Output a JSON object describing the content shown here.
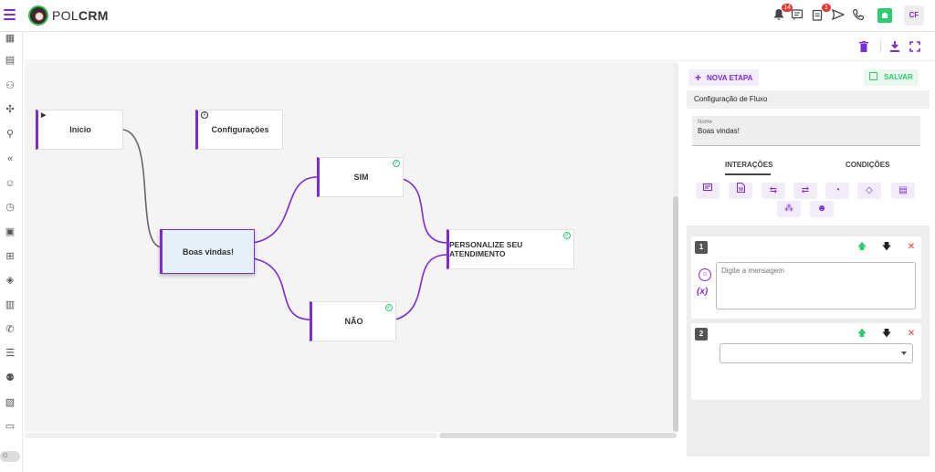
{
  "app": {
    "brand_light": "POL",
    "brand_bold": "CRM",
    "notifications_count": "14",
    "tasks_count": "1",
    "user_initials": "CF"
  },
  "colors": {
    "accent": "#7b2cd6",
    "success": "#2ecc71",
    "danger": "#e53935",
    "node_selected_bg": "#e6f0fb"
  },
  "topbar_icons": [
    "menu-icon",
    "bell-icon",
    "chat-icon",
    "clipboard-icon",
    "send-icon",
    "phone-icon",
    "contact-icon",
    "avatar"
  ],
  "sidebar_icons": [
    "dashboard-icon",
    "document-icon",
    "users-icon",
    "flow-icon",
    "queue-icon",
    "reply-all-icon",
    "robot-icon",
    "schedule-icon",
    "gift-icon",
    "message-add-icon",
    "tag-icon",
    "files-icon",
    "phone-forward-icon",
    "list-icon",
    "user-add-icon",
    "calendar-icon",
    "inbox-icon"
  ],
  "toolbar": {
    "delete": "delete-icon",
    "download": "download-icon",
    "fullscreen": "fullscreen-icon"
  },
  "flow": {
    "nodes": {
      "inicio": "Início",
      "configuracoes": "Configurações",
      "boas_vindas": "Boas vindas!",
      "sim": "SIM",
      "nao": "NÃO",
      "personalize": "PERSONALIZE SEU ATENDIMENTO"
    },
    "selected_node": "Boas vindas!"
  },
  "panel": {
    "nova_etapa": "NOVA ETAPA",
    "salvar": "SALVAR",
    "header": "Configuração de Fluxo",
    "nome_label": "Nome",
    "nome_value": "Boas vindas!",
    "tabs": {
      "interacoes": "INTERAÇÕES",
      "condicoes": "CONDIÇÕES"
    },
    "active_tab": "INTERAÇÕES",
    "interaction_buttons": [
      "message-icon",
      "file-icon",
      "swap-icon",
      "swap-alt-icon",
      "timer-icon",
      "tag-icon",
      "list-box-icon",
      "webhook-icon",
      "bot-icon"
    ],
    "steps": [
      {
        "number": "1",
        "type": "message",
        "placeholder": "Digite a mensagem",
        "var_label": "(x)"
      },
      {
        "number": "2",
        "type": "select",
        "value": ""
      }
    ]
  }
}
